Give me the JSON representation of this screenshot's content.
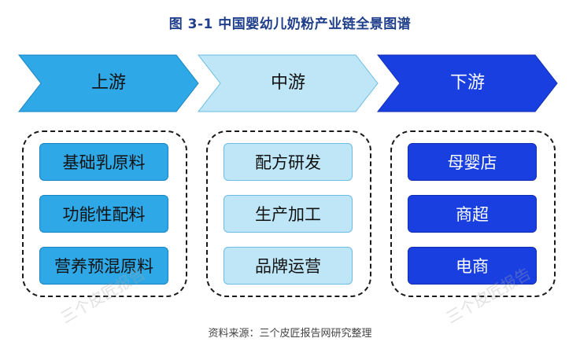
{
  "title": "图 3-1 中国婴幼儿奶粉产业链全景图谱",
  "stages": [
    {
      "label": "上游",
      "fill": "#2ea8e6",
      "items": [
        "基础乳原料",
        "功能性配料",
        "营养预混原料"
      ]
    },
    {
      "label": "中游",
      "fill": "#bfe6f7",
      "items": [
        "配方研发",
        "生产加工",
        "品牌运营"
      ]
    },
    {
      "label": "下游",
      "fill": "#1a3fe0",
      "items": [
        "母婴店",
        "商超",
        "电商"
      ]
    }
  ],
  "source": "资料来源：三个皮匠报告网研究整理",
  "watermark": "三个皮匠报告"
}
